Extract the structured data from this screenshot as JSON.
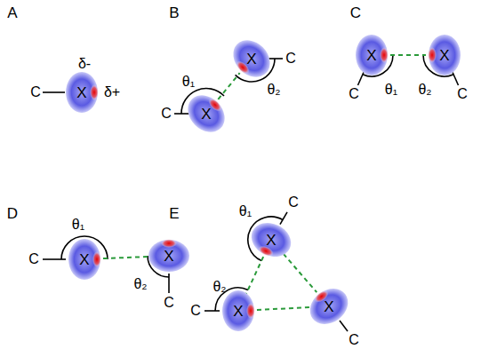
{
  "diagram": {
    "nodes": [
      {
        "text": [
          "X"
        ]
      },
      {
        "text": [
          "X"
        ]
      },
      {
        "text": [
          "X"
        ]
      },
      {
        "text": [
          "X"
        ]
      },
      {
        "text": [
          "X"
        ]
      },
      {
        "text": [
          "X"
        ]
      },
      {
        "text": [
          "X"
        ]
      },
      {
        "text": [
          "X"
        ]
      },
      {
        "text": [
          "X"
        ]
      },
      {
        "text": [
          "X"
        ]
      }
    ],
    "edges": [
      {
        "from": 2,
        "to": 1,
        "arrow": "none"
      },
      {
        "from": 3,
        "to": 4,
        "arrow": "none"
      },
      {
        "from": 5,
        "to": 6,
        "arrow": "none"
      },
      {
        "from": 7,
        "to": 8,
        "arrow": "none"
      },
      {
        "from": 7,
        "to": 9,
        "arrow": "none"
      },
      {
        "from": 8,
        "to": 9,
        "arrow": "none"
      }
    ],
    "labels": [
      "A",
      "C",
      "δ-",
      "δ+",
      "B",
      "θ₁",
      "C",
      "C",
      "θ₂",
      "C",
      "θ₁",
      "θ₂",
      "C",
      "C",
      "D",
      "θ₁",
      "C",
      "θ₂",
      "C",
      "E",
      "θ₁",
      "C",
      "θ₂",
      "C",
      "C"
    ]
  }
}
